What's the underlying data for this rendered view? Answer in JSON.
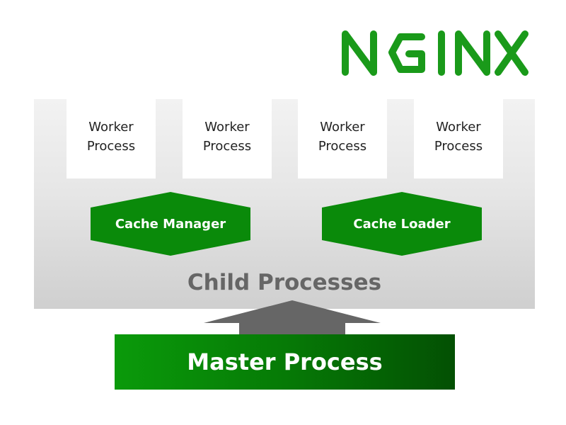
{
  "logo": {
    "text": "NGINX",
    "color": "#1a9a1a"
  },
  "colors": {
    "panel": "#e3e3e3",
    "hex_fill": "#0a8a0a",
    "arrow": "#666666",
    "master_start": "#0a9a0a",
    "master_end": "#035003"
  },
  "workers": [
    {
      "label": "Worker\nProcess"
    },
    {
      "label": "Worker\nProcess"
    },
    {
      "label": "Worker\nProcess"
    },
    {
      "label": "Worker\nProcess"
    }
  ],
  "helpers": [
    {
      "label": "Cache Manager"
    },
    {
      "label": "Cache Loader"
    }
  ],
  "child_panel": {
    "title": "Child Processes"
  },
  "master": {
    "label": "Master Process"
  }
}
